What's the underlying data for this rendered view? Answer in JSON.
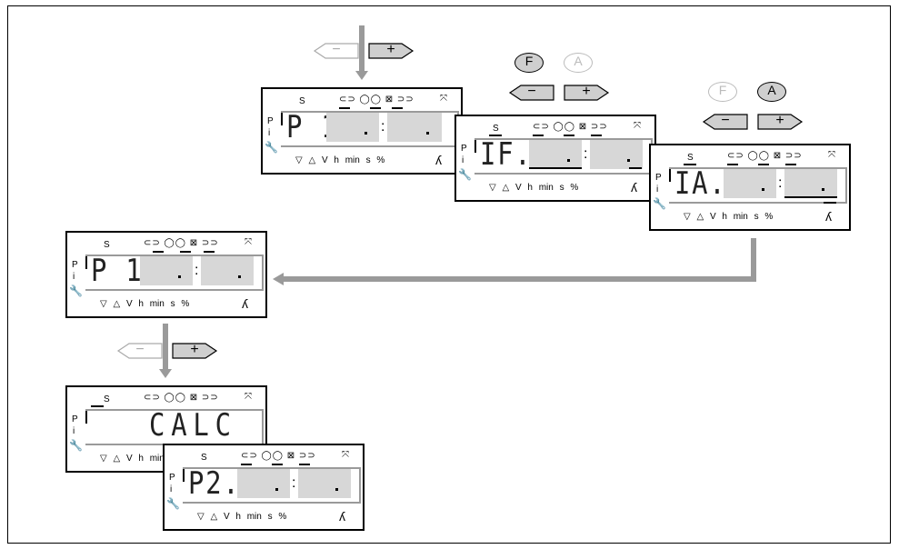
{
  "labels": {
    "s": "S",
    "p": "P",
    "i": "i",
    "units": "▽ △  V  h  min  s  %",
    "symbols": "⊂⊃ ◯◯ ⊠ ⊃⊃",
    "crossed": "⤧",
    "lambda": "ʎ",
    "wrench": "🔧"
  },
  "buttons": {
    "minus": "−",
    "plus": "+",
    "f": "F",
    "a": "A"
  },
  "panels": {
    "p1_top": {
      "code": "P 1."
    },
    "if": {
      "code": "IF."
    },
    "ia": {
      "code": "IA."
    },
    "p1_mid": {
      "code": "P 1."
    },
    "calc": {
      "code": "CALC"
    },
    "p2": {
      "code": "P2."
    }
  },
  "colors": {
    "active_button": "#cfcfcf",
    "inactive_button": "#ffffff",
    "arrow": "#9a9a9a",
    "field": "#d7d7d7"
  }
}
